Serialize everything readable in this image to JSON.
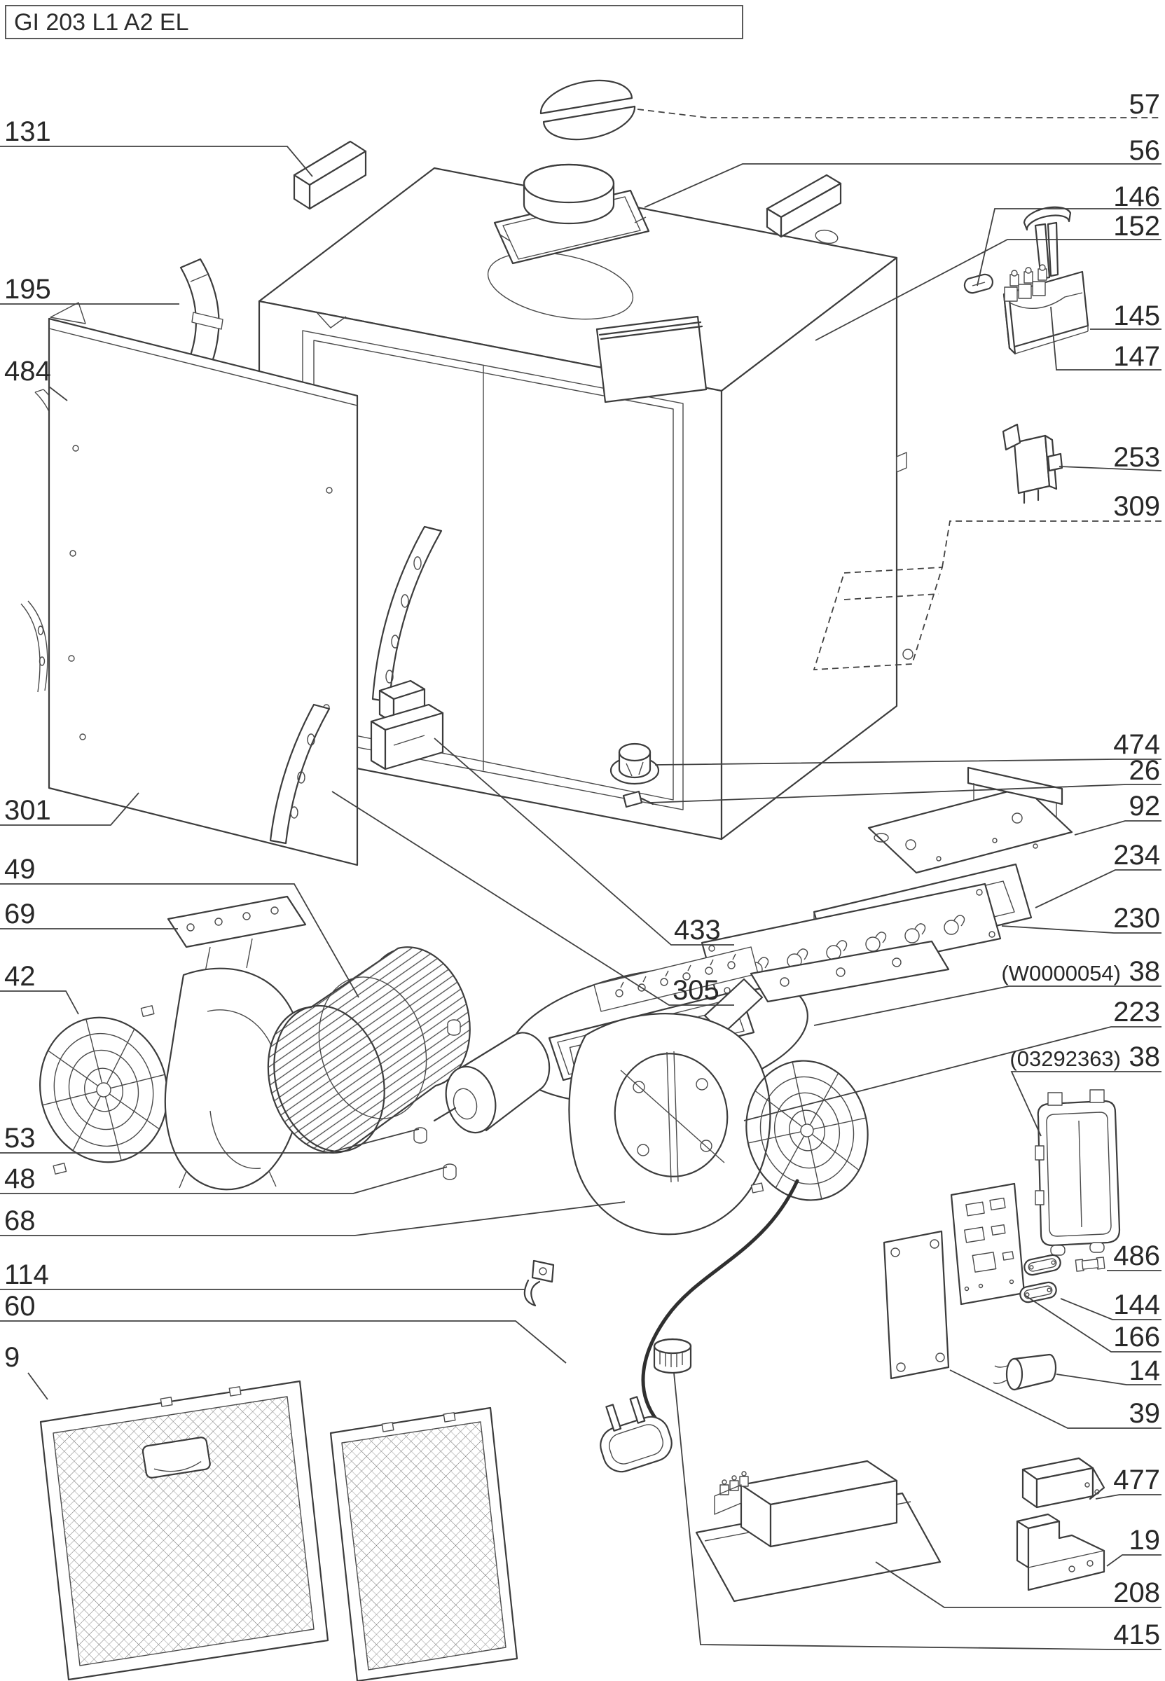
{
  "title": "GI 203 L1 A2 EL",
  "callouts": {
    "c131": "131",
    "c195": "195",
    "c484": "484",
    "c301": "301",
    "c49": "49",
    "c69": "69",
    "c42": "42",
    "c53": "53",
    "c48": "48",
    "c68": "68",
    "c114": "114",
    "c60": "60",
    "c9": "9",
    "c433": "433",
    "c305": "305",
    "c57": "57",
    "c56": "56",
    "c146": "146",
    "c152": "152",
    "c145": "145",
    "c147": "147",
    "c253": "253",
    "c309": "309",
    "c474": "474",
    "c26": "26",
    "c92": "92",
    "c234": "234",
    "c230": "230",
    "w38_prefix": "(W0000054)",
    "w38_number": "38",
    "c223": "223",
    "o38_prefix": "(03292363)",
    "o38_number": "38",
    "c486": "486",
    "c144": "144",
    "c166": "166",
    "c14": "14",
    "c39": "39",
    "c477": "477",
    "c19": "19",
    "c208": "208",
    "c415": "415"
  }
}
